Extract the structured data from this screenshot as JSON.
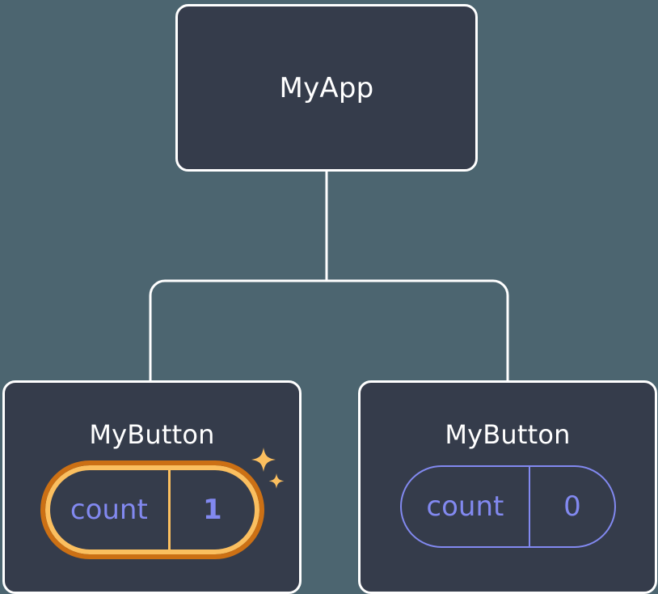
{
  "diagram": {
    "type": "component-tree",
    "background_color": "#4c6570",
    "node_fill": "#353c4b",
    "node_border": "#ffffff",
    "accent_highlight": "#fbbf5f",
    "accent_highlight_ring": "#cc7014",
    "accent_state": "#8289f0",
    "connector_color": "#ffffff"
  },
  "root": {
    "title": "MyApp"
  },
  "children": [
    {
      "title": "MyButton",
      "state": {
        "key": "count",
        "value": "1",
        "highlighted": true,
        "sparkle_icons": [
          "sparkle-large-icon",
          "sparkle-small-icon"
        ]
      }
    },
    {
      "title": "MyButton",
      "state": {
        "key": "count",
        "value": "0",
        "highlighted": false
      }
    }
  ]
}
